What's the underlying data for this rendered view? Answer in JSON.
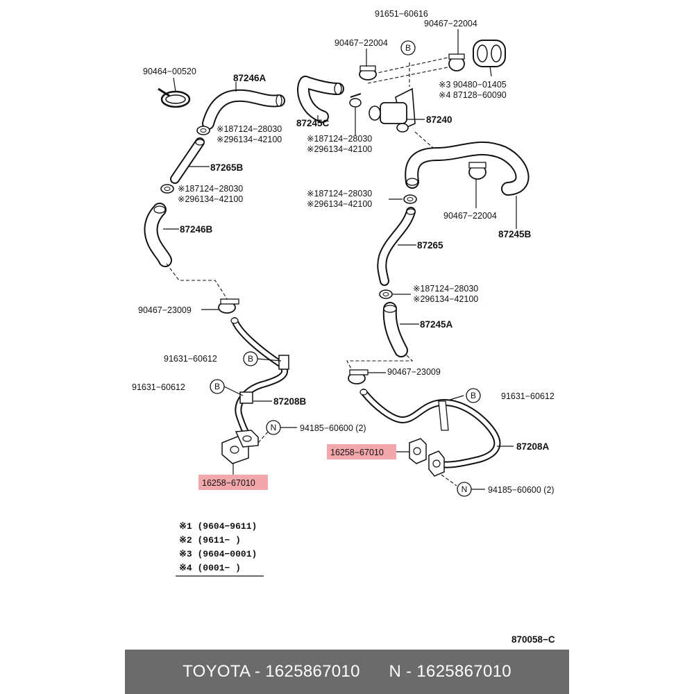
{
  "parts": {
    "p91651_60616": "91651−60616",
    "p90467_22004_a": "90467−22004",
    "p90467_22004_b": "90467−22004",
    "p90467_22004_c": "90467−22004",
    "p90464_00520": "90464−00520",
    "p87246A": "87246A",
    "p87245C": "87245C",
    "p87240": "87240",
    "p87265B": "87265B",
    "p87246B": "87246B",
    "p87265": "87265",
    "p87245A": "87245A",
    "p87245B": "87245B",
    "p90467_23009_a": "90467−23009",
    "p90467_23009_b": "90467−23009",
    "p91631_60612_a": "91631−60612",
    "p91631_60612_b": "91631−60612",
    "p91631_60612_c": "91631−60612",
    "p87208B": "87208B",
    "p87208A": "87208A",
    "p94185_a": "94185−60600 (2)",
    "p94185_b": "94185−60600 (2)",
    "p16258_a": "16258−67010",
    "p16258_b": "16258−67010",
    "alt1": "※187124−28030",
    "alt2": "※296134−42100",
    "alt3": "※187124−28030",
    "alt4": "※296134−42100",
    "alt5": "※187124−28030",
    "alt6": "※296134−42100",
    "alt7": "※187124−28030",
    "alt8": "※296134−42100",
    "alt9": "※3  90480−01405",
    "alt10": "※4  87128−60090",
    "ref_b": "B",
    "ref_n": "N"
  },
  "legend": [
    "※1 (9604−9611)",
    "※2 (9611−      )",
    "※3 (9604−0001)",
    "※4 (0001−      )"
  ],
  "diagram_code": "870058−C",
  "footer": {
    "left": "TOYOTA - 1625867010",
    "right": "N - 1625867010"
  },
  "colors": {
    "highlight": "#f2a7aa",
    "footer_bg": "#6b6b6b",
    "line": "#111111"
  }
}
